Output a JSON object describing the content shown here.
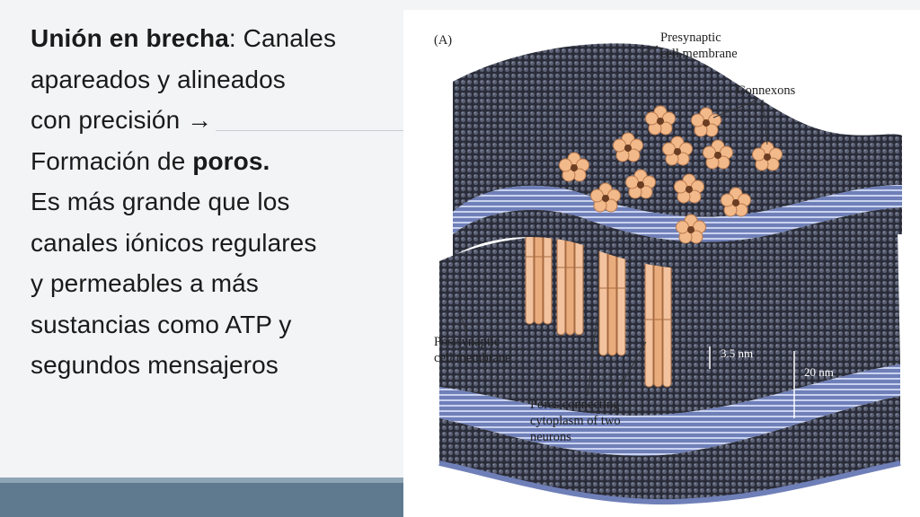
{
  "text": {
    "l1_bold": "Unión en brecha",
    "l1_rest": ": Canales",
    "l2": "apareados y alineados",
    "l3": "con precisión ",
    "l3_arrow": "→",
    "l4_pre": "Formación de ",
    "l4_bold": "poros.",
    "l5": "Es más grande que los",
    "l6": "canales iónicos regulares",
    "l7": "y permeables a más",
    "l8": "sustancias como ATP y",
    "l9": "segundos mensajeros"
  },
  "figure": {
    "panel_label": "(A)",
    "presynaptic_1": "Presynaptic",
    "presynaptic_2": "cell membrane",
    "connexons": "Connexons",
    "postsynaptic_1": "Postsynaptic",
    "postsynaptic_2": "cell membrane",
    "pores_1": "Pores connecting",
    "pores_2": "cytoplasm of two",
    "pores_3": "neurons",
    "gap_width": "3.5 nm",
    "total_width": "20 nm"
  },
  "colors": {
    "membrane_dark": "#2f3240",
    "membrane_band": "#6f7fb8",
    "connexon": "#f2b98a",
    "footer_band": "#5f7a8f"
  }
}
